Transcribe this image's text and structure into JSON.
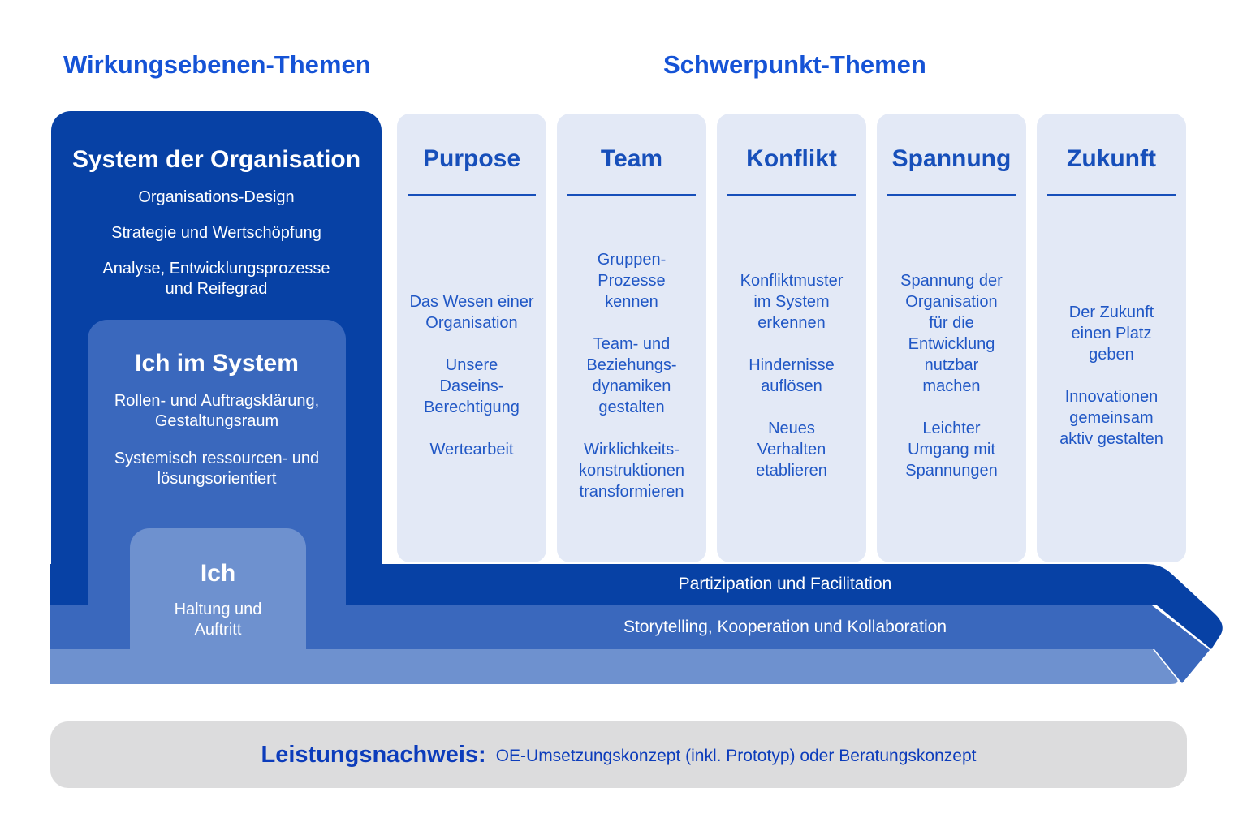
{
  "colors": {
    "dark_blue": "#0741a5",
    "medium_blue": "#3a68bd",
    "light_blue": "#6e91cf",
    "column_bg": "#e3e9f6",
    "header_blue": "#1553d6",
    "title_blue": "#174fba",
    "body_blue": "#2057c5",
    "footer_bg": "#dcdcdd",
    "footer_blue": "#0c3cbb"
  },
  "headers": {
    "left": "Wirkungsebenen-Themen",
    "right": "Schwerpunkt-Themen"
  },
  "wirkungsebenen": {
    "system": {
      "title": "System der Organisation",
      "items": [
        "Organisations-Design",
        "Strategie und Wertschöpfung",
        "Analyse, Entwicklungsprozesse\nund Reifegrad"
      ]
    },
    "ich_im_system": {
      "title": "Ich im System",
      "items": [
        "Rollen- und Auftragsklärung,\nGestaltungsraum",
        "Systemisch ressourcen- und\nlösungsorientiert"
      ]
    },
    "ich": {
      "title": "Ich",
      "items": [
        "Haltung und\nAuftritt"
      ]
    }
  },
  "schwerpunkt": {
    "columns": [
      {
        "title": "Purpose",
        "items": [
          "Das Wesen einer\nOrganisation",
          "Unsere\nDaseins-\nBerechtigung",
          "Wertearbeit"
        ]
      },
      {
        "title": "Team",
        "items": [
          "Gruppen-\nProzesse\nkennen",
          "Team- und\nBeziehungs-\ndynamiken\ngestalten",
          "Wirklichkeits-\nkonstruktionen\ntransformieren"
        ]
      },
      {
        "title": "Konflikt",
        "items": [
          "Konfliktmuster\nim System\nerkennen",
          "Hindernisse\nauflösen",
          "Neues\nVerhalten\netablieren"
        ]
      },
      {
        "title": "Spannung",
        "items": [
          "Spannung der\nOrganisation\nfür die\nEntwicklung\nnutzbar\nmachen",
          "Leichter\nUmgang mit\nSpannungen"
        ]
      },
      {
        "title": "Zukunft",
        "items": [
          "Der Zukunft\neinen Platz\ngeben",
          "Innovationen\ngemeinsam\naktiv gestalten"
        ]
      }
    ]
  },
  "bands": [
    {
      "label": "Partizipation und Facilitation"
    },
    {
      "label": "Storytelling, Kooperation und Kollaboration"
    },
    {
      "label": ""
    }
  ],
  "footer": {
    "label": "Leistungsnachweis:",
    "text": "OE-Umsetzungskonzept (inkl. Prototyp) oder Beratungskonzept"
  }
}
